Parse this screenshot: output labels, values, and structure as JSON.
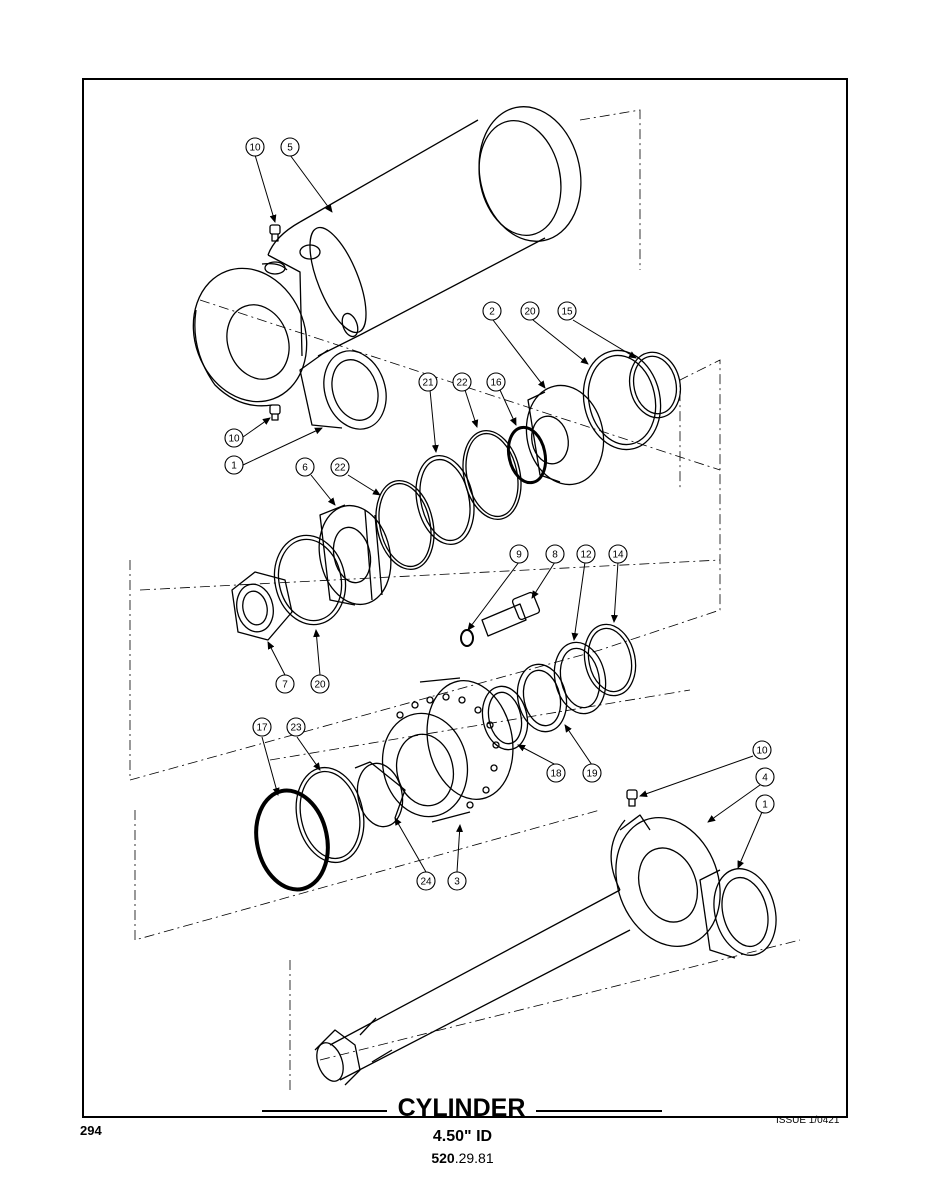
{
  "diagram": {
    "title": "CYLINDER",
    "subtitle": "4.50\" ID",
    "part_number_prefix": "520",
    "part_number_suffix": ".29.81",
    "page_number": "294",
    "issue": "ISSUE 1/0421",
    "callouts": {
      "c10a": "10",
      "c5": "5",
      "c10b": "10",
      "c1a": "1",
      "c2": "2",
      "c20a": "20",
      "c15": "15",
      "c21": "21",
      "c22a": "22",
      "c16": "16",
      "c6": "6",
      "c22b": "22",
      "c7": "7",
      "c20b": "20",
      "c9": "9",
      "c8": "8",
      "c12": "12",
      "c14": "14",
      "c17": "17",
      "c23": "23",
      "c18": "18",
      "c19": "19",
      "c24": "24",
      "c3": "3",
      "c10c": "10",
      "c4": "4",
      "c1b": "1"
    }
  },
  "colors": {
    "ink": "#000000",
    "paper": "#ffffff"
  }
}
